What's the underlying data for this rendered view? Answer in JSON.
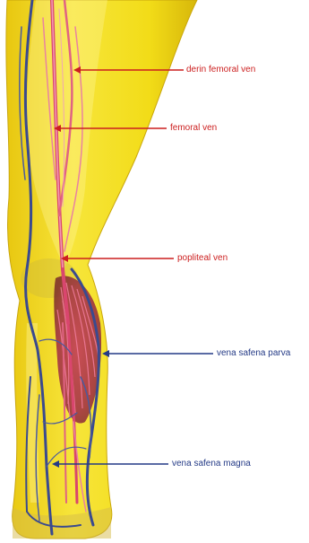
{
  "colors": {
    "skin": "#f2dc18",
    "skin_dark": "#d8b90b",
    "skin_light": "#fff28a",
    "deep_vein": "#e0607f",
    "deep_vein_dark": "#b83050",
    "superficial_vein": "#3a4a8f",
    "red_label": "#cc1f1f",
    "blue_label": "#243a86"
  },
  "labels": {
    "deep_femoral": "derin femoral ven",
    "femoral": "femoral ven",
    "popliteal": "popliteal ven",
    "small_saphenous": "vena safena parva",
    "great_saphenous": "vena safena magna"
  }
}
